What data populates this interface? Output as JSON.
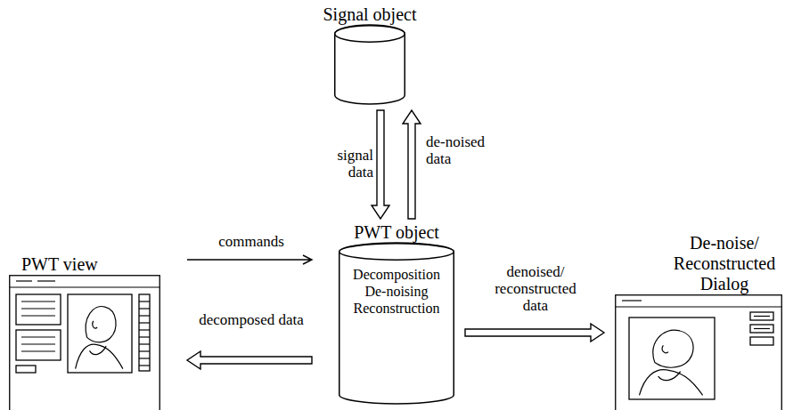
{
  "diagram": {
    "nodes": [
      {
        "text": [
          "Signal object"
        ]
      },
      {
        "text": [
          "PWT view"
        ]
      },
      {
        "text": [
          "PWT object",
          "Decomposition De-noising Reconstruction"
        ]
      },
      {
        "text": [
          "De-noise/ Reconstructed Dialog"
        ]
      }
    ],
    "edges": [
      {
        "from": 0,
        "to": 2,
        "label": "signal data",
        "arrow": "to"
      },
      {
        "from": 2,
        "to": 0,
        "label": "de-noised data",
        "arrow": "to"
      },
      {
        "from": 1,
        "to": 2,
        "label": "commands",
        "arrow": "to"
      },
      {
        "from": 2,
        "to": 1,
        "label": "decomposed data",
        "arrow": "to"
      },
      {
        "from": 2,
        "to": 3,
        "label": "denoised/ reconstructed data",
        "arrow": "to"
      }
    ]
  }
}
